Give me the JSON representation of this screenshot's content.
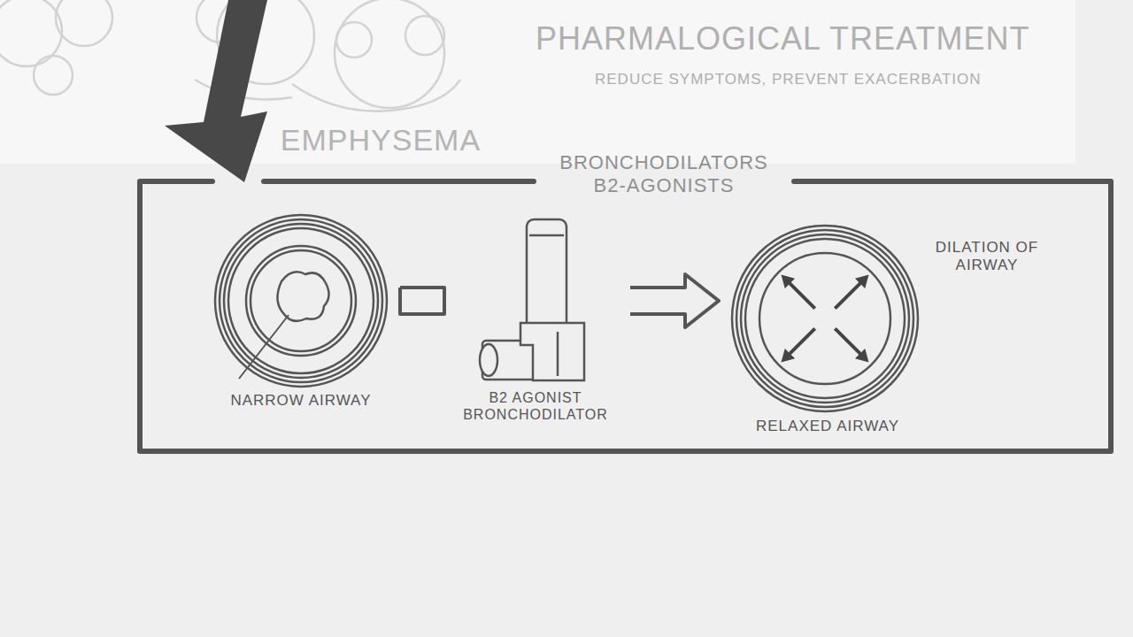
{
  "diagram": {
    "title": "PHARMALOGICAL TREATMENT",
    "nodes": [
      {
        "text": [
          "BRONCHODILATORS B2-AGONISTS"
        ]
      },
      {
        "text": [
          "NARROW AIRWAY"
        ],
        "in": 0
      },
      {
        "text": [
          "B2 AGONIST BRONCHODILATOR"
        ],
        "in": 0
      },
      {
        "text": [
          "DILATION OF AIRWAY",
          "RELAXED AIRWAY"
        ],
        "in": 0
      }
    ],
    "edges": [
      {
        "from": 1,
        "to": 2,
        "arrow": "none"
      },
      {
        "from": 2,
        "to": 3,
        "arrow": "to"
      }
    ],
    "labels": [
      "REDUCE SYMPTOMS, PREVENT EXACERBATION",
      "EMPHYSEMA"
    ]
  }
}
